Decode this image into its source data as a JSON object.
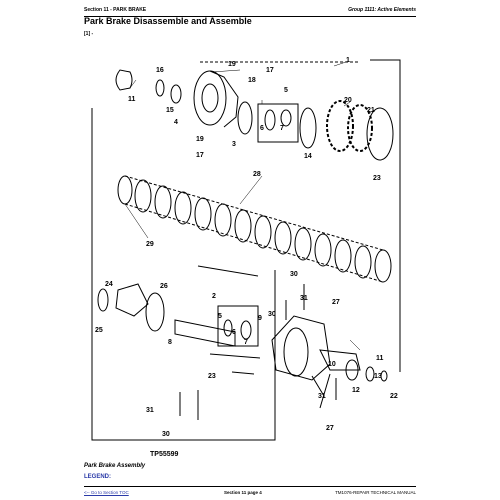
{
  "header": {
    "section": "Section 11 - PARK BRAKE",
    "group": "Group 1111: Active Elements"
  },
  "title": "Park Brake Disassemble and Assemble",
  "figure_ref": "[1] -",
  "part_labels": [
    "1",
    "2",
    "3",
    "4",
    "5",
    "6",
    "7",
    "8",
    "9",
    "10",
    "11",
    "12",
    "13",
    "14",
    "15",
    "16",
    "17",
    "18",
    "19",
    "20",
    "21",
    "22",
    "23",
    "24",
    "25",
    "26",
    "27",
    "28",
    "29",
    "30",
    "31"
  ],
  "drawing_id": "TP55599",
  "caption": "Park Brake Assembly",
  "legend": "LEGEND:",
  "footer": {
    "toc_link": "<-- Go to Section TOC",
    "page": "Section 11 page 4",
    "manual": "TM1076-REPAIR TECHNICAL MANUAL"
  }
}
